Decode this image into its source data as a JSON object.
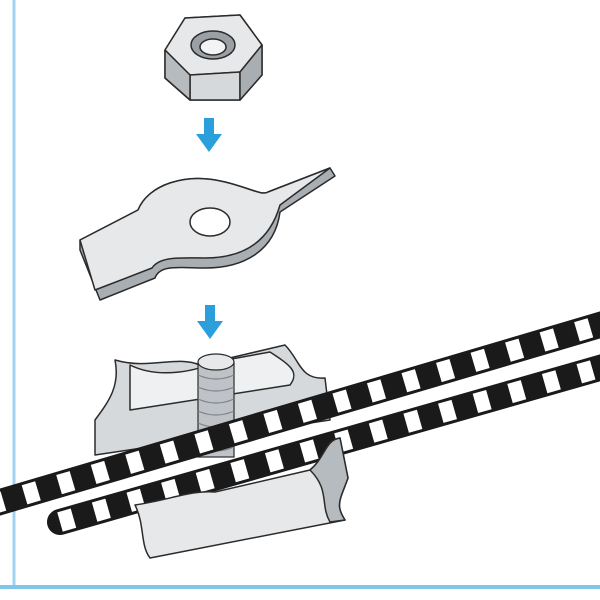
{
  "colors": {
    "frame": "#7fc6ea",
    "arrow": "#2a9fdc",
    "metal_light": "#e6e8ea",
    "metal_mid": "#c4c8cc",
    "metal_dark": "#8e9499",
    "outline": "#2b2b2b",
    "cable_dark": "#1a1a1a",
    "cable_light": "#ffffff"
  },
  "parts": [
    "hex-nut",
    "washer-plate",
    "wire-rope-clip",
    "threaded-stud",
    "striped-cable"
  ]
}
